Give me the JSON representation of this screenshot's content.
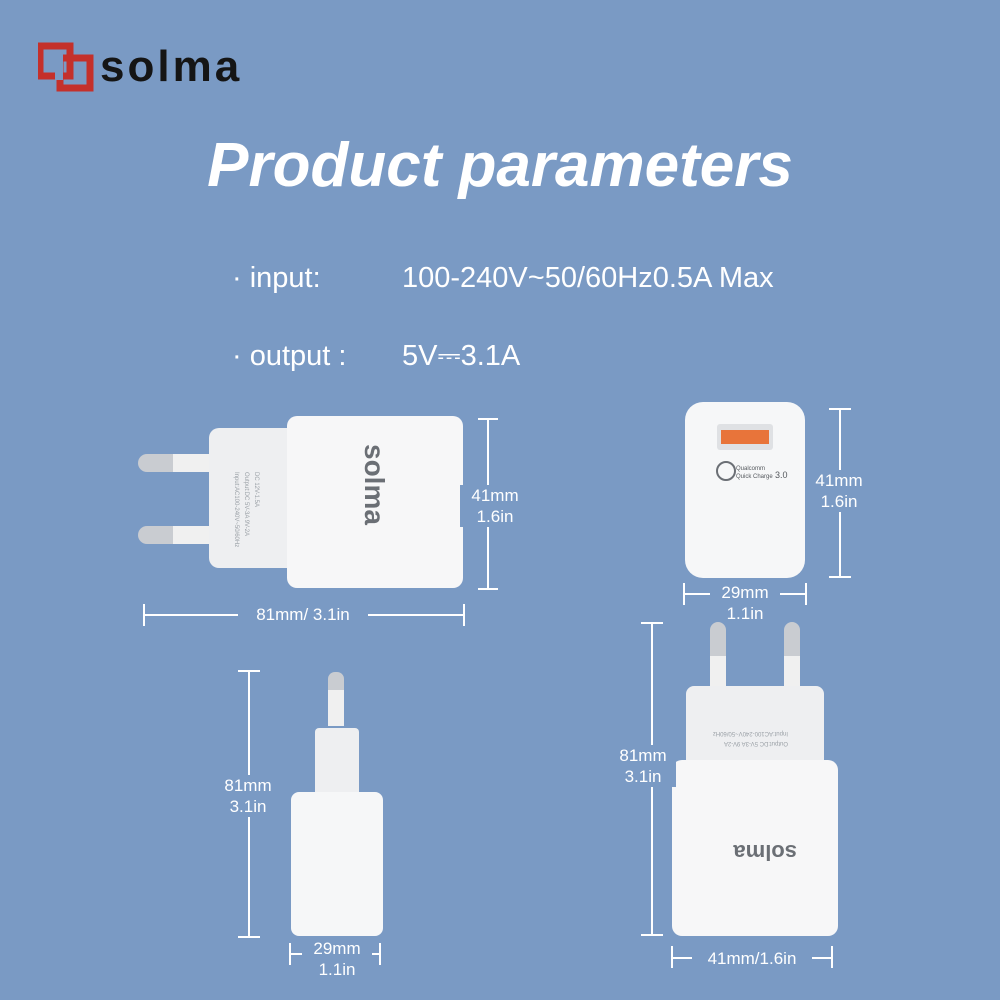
{
  "brand": {
    "name": "solma",
    "logo_color": "#c4302b"
  },
  "title": "Product parameters",
  "specs": {
    "input_label": "· input:",
    "input_value": "100-240V~50/60Hz0.5A Max",
    "output_label": "· output :",
    "output_value": "5V⎓3.1A"
  },
  "dimensions": {
    "side_height": [
      "41mm",
      "1.6in"
    ],
    "side_width": "81mm/ 3.1in",
    "front_height": [
      "41mm",
      "1.6in"
    ],
    "front_width": [
      "29mm",
      "1.1in"
    ],
    "profile_height": [
      "81mm",
      "3.1in"
    ],
    "profile_width": [
      "29mm",
      "1.1in"
    ],
    "back_height": [
      "81mm",
      "3.1in"
    ],
    "back_width": "41mm/1.6in"
  },
  "charger_print": {
    "quick_charge_brand": "Qualcomm",
    "quick_charge_name": "Quick Charge",
    "quick_charge_version": "3.0",
    "brand_on_case": "solma"
  },
  "colors": {
    "background": "#7a9ac4",
    "charger": "#f4f5f7",
    "usb_port": "#e8743a"
  }
}
